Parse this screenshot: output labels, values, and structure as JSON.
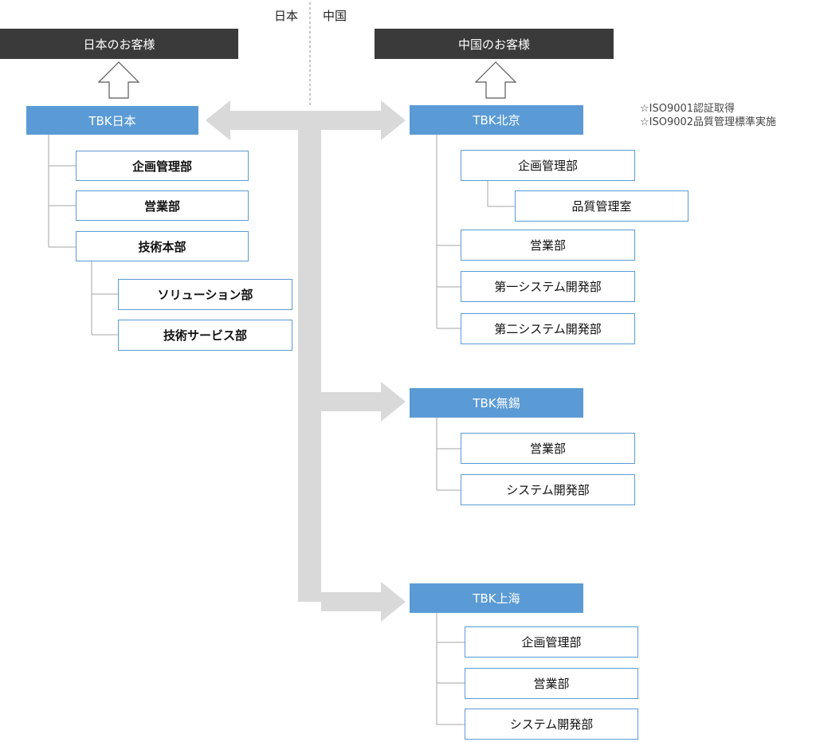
{
  "countries": {
    "japan": "日本",
    "china": "中国"
  },
  "customers": {
    "japan": "日本のお客様",
    "china": "中国のお客様"
  },
  "companies": {
    "japan": {
      "name": "TBK日本",
      "departments": [
        "企画管理部",
        "営業部",
        "技術本部"
      ],
      "sub_departments": [
        "ソリューション部",
        "技術サービス部"
      ]
    },
    "beijing": {
      "name": "TBK北京",
      "departments": [
        "企画管理部",
        "営業部",
        "第一システム開発部",
        "第二システム開発部"
      ],
      "sub_departments": [
        "品質管理室"
      ],
      "certifications": [
        "☆ISO9001認証取得",
        "☆ISO9002品質管理標準実施"
      ]
    },
    "wuxi": {
      "name": "TBK無錫",
      "departments": [
        "営業部",
        "システム開発部"
      ]
    },
    "shanghai": {
      "name": "TBK上海",
      "departments": [
        "企画管理部",
        "営業部",
        "システム開発部"
      ]
    }
  },
  "colors": {
    "header": "#3a3a3a",
    "company": "#5b9bd5",
    "arrow": "#d9d9d9",
    "connector": "#a6a6a6"
  }
}
